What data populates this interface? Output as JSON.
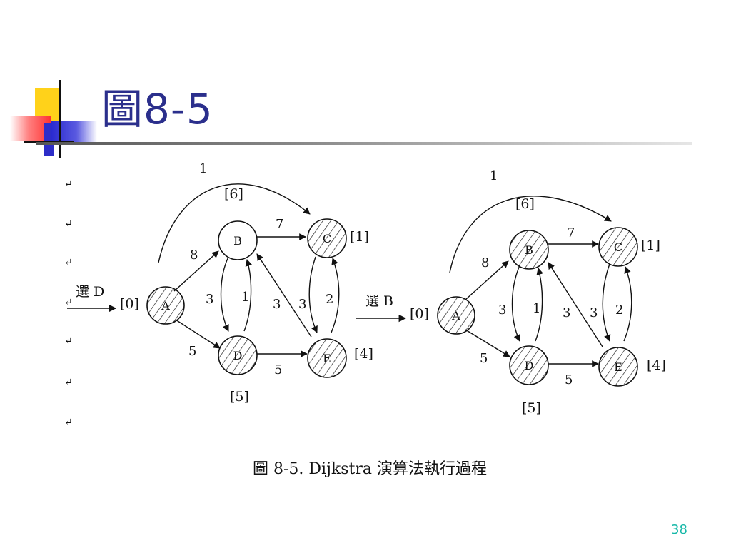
{
  "slide": {
    "title": "圖8-5",
    "page_number": "38",
    "caption": "圖 8-5. Dijkstra 演算法執行過程"
  },
  "left_panel": {
    "select_label": "選 D",
    "nodes": [
      {
        "id": "A",
        "label": "A",
        "dist": "[0]",
        "visited": true
      },
      {
        "id": "B",
        "label": "B",
        "dist": "[6]",
        "visited": false
      },
      {
        "id": "C",
        "label": "C",
        "dist": "[1]",
        "visited": true
      },
      {
        "id": "D",
        "label": "D",
        "dist": "[5]",
        "visited": true
      },
      {
        "id": "E",
        "label": "E",
        "dist": "[4]",
        "visited": true
      }
    ],
    "edges": [
      {
        "from": "A",
        "to": "C",
        "weight": "1"
      },
      {
        "from": "A",
        "to": "B",
        "weight": "8"
      },
      {
        "from": "A",
        "to": "D",
        "weight": "5"
      },
      {
        "from": "B",
        "to": "C",
        "weight": "7"
      },
      {
        "from": "B",
        "to": "D",
        "weight": "3"
      },
      {
        "from": "D",
        "to": "B",
        "weight": "1"
      },
      {
        "from": "D",
        "to": "E",
        "weight": "5"
      },
      {
        "from": "E",
        "to": "B",
        "weight": "3"
      },
      {
        "from": "C",
        "to": "E",
        "weight": "3"
      },
      {
        "from": "E",
        "to": "C",
        "weight": "2"
      }
    ]
  },
  "right_panel": {
    "select_label": "選 B",
    "nodes": [
      {
        "id": "A",
        "label": "A",
        "dist": "[0]",
        "visited": true
      },
      {
        "id": "B",
        "label": "B",
        "dist": "[6]",
        "visited": true
      },
      {
        "id": "C",
        "label": "C",
        "dist": "[1]",
        "visited": true
      },
      {
        "id": "D",
        "label": "D",
        "dist": "[5]",
        "visited": true
      },
      {
        "id": "E",
        "label": "E",
        "dist": "[4]",
        "visited": true
      }
    ],
    "edges": [
      {
        "from": "A",
        "to": "C",
        "weight": "1"
      },
      {
        "from": "A",
        "to": "B",
        "weight": "8"
      },
      {
        "from": "A",
        "to": "D",
        "weight": "5"
      },
      {
        "from": "B",
        "to": "C",
        "weight": "7"
      },
      {
        "from": "B",
        "to": "D",
        "weight": "3"
      },
      {
        "from": "D",
        "to": "B",
        "weight": "1"
      },
      {
        "from": "D",
        "to": "E",
        "weight": "5"
      },
      {
        "from": "E",
        "to": "B",
        "weight": "3"
      },
      {
        "from": "C",
        "to": "E",
        "weight": "3"
      },
      {
        "from": "E",
        "to": "C",
        "weight": "2"
      }
    ]
  },
  "margin_marks": [
    "↵",
    "↵",
    "↵",
    "↵",
    "↵",
    "↵",
    "↵"
  ]
}
